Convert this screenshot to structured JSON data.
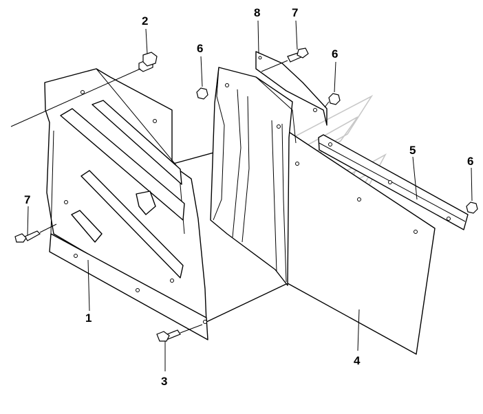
{
  "callouts": [
    {
      "id": "1",
      "label": "1"
    },
    {
      "id": "2",
      "label": "2"
    },
    {
      "id": "3",
      "label": "3"
    },
    {
      "id": "4",
      "label": "4"
    },
    {
      "id": "5",
      "label": "5"
    },
    {
      "id": "6a",
      "label": "6"
    },
    {
      "id": "6b",
      "label": "6"
    },
    {
      "id": "6c",
      "label": "6"
    },
    {
      "id": "7a",
      "label": "7"
    },
    {
      "id": "7b",
      "label": "7"
    },
    {
      "id": "8",
      "label": "8"
    }
  ],
  "colors": {
    "line": "#000000",
    "fill": "#ffffff",
    "watermark": "#c8c8c8"
  }
}
